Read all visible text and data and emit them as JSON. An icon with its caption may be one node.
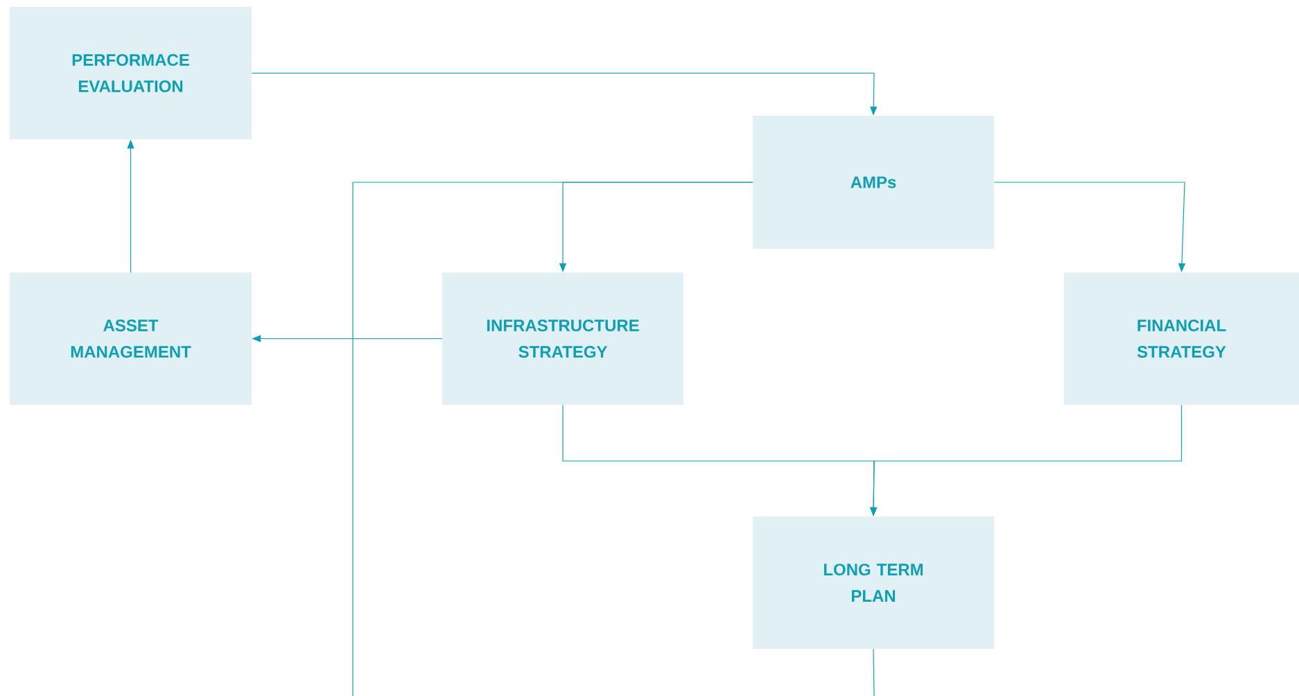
{
  "diagram": {
    "nodes": [
      {
        "text": [
          "PERFORMACE EVALUATION"
        ]
      },
      {
        "text": [
          "AMPs"
        ]
      },
      {
        "text": [
          "ASSET MANAGEMENT"
        ]
      },
      {
        "text": [
          "INFRASTRUCTURE STRATEGY"
        ]
      },
      {
        "text": [
          "FINANCIAL STRATEGY"
        ]
      },
      {
        "text": [
          "LONG TERM PLAN"
        ]
      }
    ],
    "edges": [
      {
        "from": 0,
        "to": 1,
        "arrow": "to"
      },
      {
        "from": 1,
        "to": 3,
        "arrow": "to"
      },
      {
        "from": 1,
        "to": 4,
        "arrow": "to"
      },
      {
        "from": 1,
        "to": null,
        "arrow": "none"
      },
      {
        "from": 3,
        "to": 2,
        "arrow": "to"
      },
      {
        "from": 2,
        "to": 0,
        "arrow": "to"
      },
      {
        "from": 3,
        "to": 5,
        "arrow": "to"
      },
      {
        "from": 4,
        "to": 5,
        "arrow": "to"
      },
      {
        "from": 5,
        "to": null,
        "arrow": "none"
      }
    ]
  }
}
